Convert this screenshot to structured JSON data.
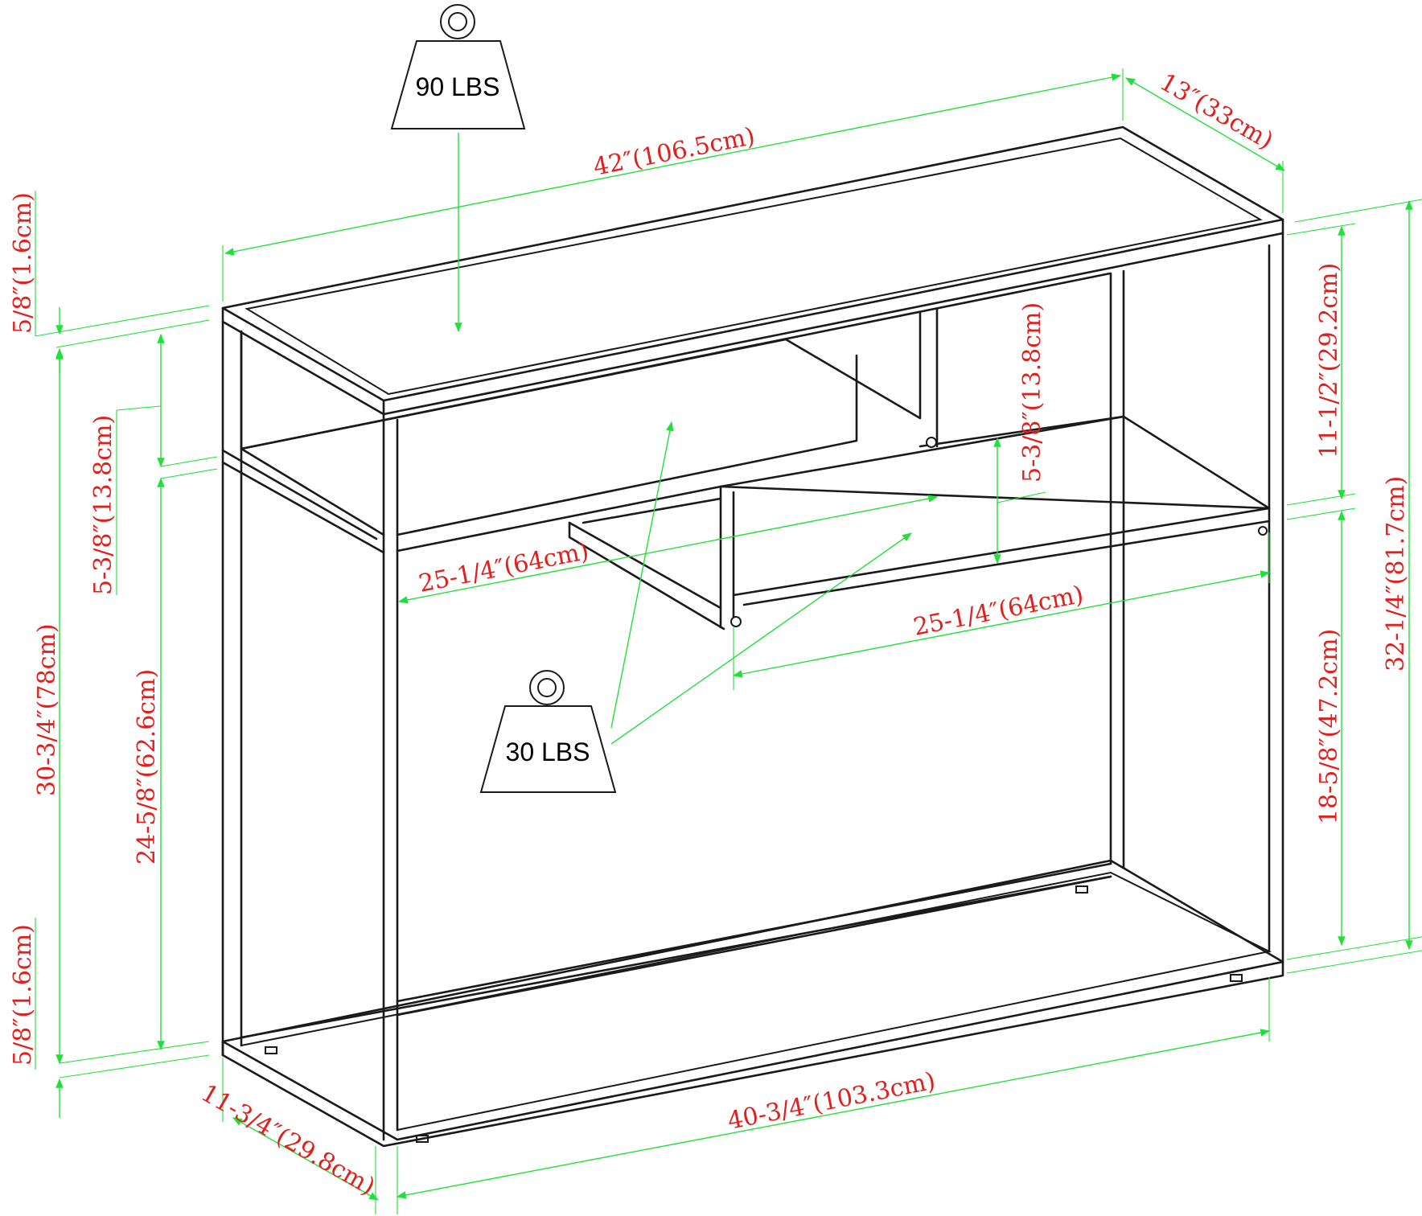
{
  "weights": {
    "top": "90 LBS",
    "shelf": "30 LBS"
  },
  "dimensions": {
    "top_width": "42″(106.5cm)",
    "top_depth": "13″(33cm)",
    "top_thickness_left": "5/8″(1.6cm)",
    "upper_gap_left": "5-3/8″(13.8cm)",
    "lower_opening_left": "24-5/8″(62.6cm)",
    "frame_height_left": "30-3/4″(78cm)",
    "bottom_thickness_left": "5/8″(1.6cm)",
    "base_depth": "11-3/4″(29.8cm)",
    "base_width": "40-3/4″(103.3cm)",
    "shelf_width_left": "25-1/4″(64cm)",
    "shelf_width_right": "25-1/4″(64cm)",
    "shelf_gap_center": "5-3/8″(13.8cm)",
    "upper_right": "11-1/2″(29.2cm)",
    "lower_right": "18-5/8″(47.2cm)",
    "total_height": "32-1/4″(81.7cm)"
  },
  "colors": {
    "frame": "#1a1a1a",
    "dimension_line": "#22e03a",
    "dimension_text": "#e0201c"
  },
  "icons": {
    "top_weight": "weight-icon",
    "shelf_weight": "weight-icon"
  }
}
